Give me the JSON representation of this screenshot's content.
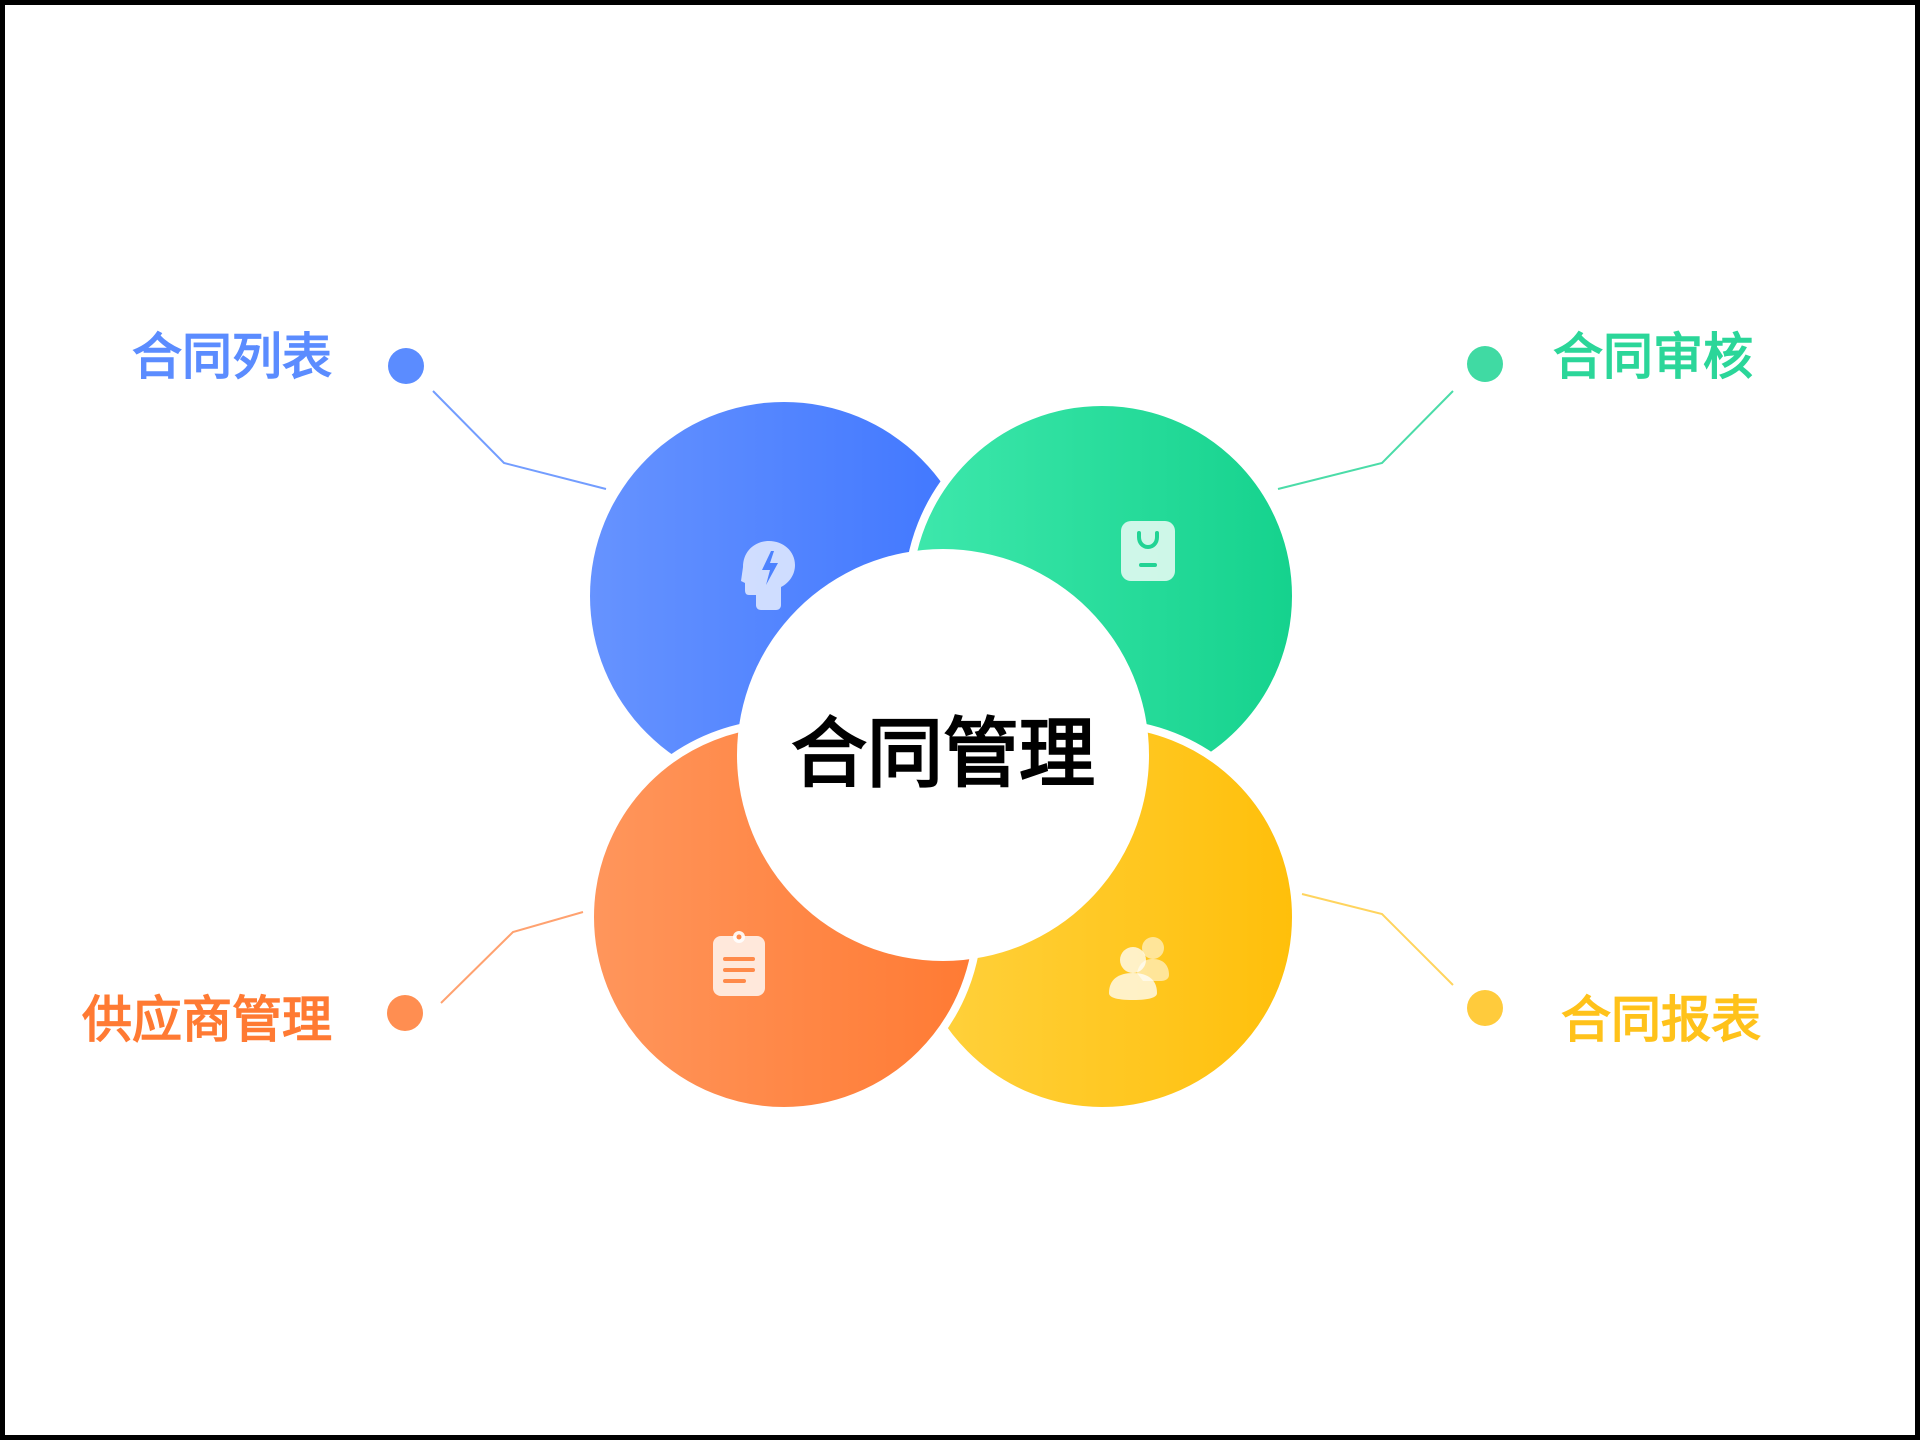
{
  "title": "合同管理",
  "colors": {
    "center_text": "#000000",
    "background": "#ffffff",
    "frame": "#000000"
  },
  "items": [
    {
      "label": "合同列表",
      "icon": "idea-head-icon",
      "color": "#5b8cff",
      "gradient": [
        "#6693ff",
        "#3f76ff"
      ]
    },
    {
      "label": "合同审核",
      "icon": "shopping-bag-icon",
      "color": "#2bd699",
      "gradient": [
        "#3ee8ac",
        "#15d28d"
      ]
    },
    {
      "label": "供应商管理",
      "icon": "clipboard-icon",
      "color": "#ff7a33",
      "gradient": [
        "#ff965c",
        "#ff7a33"
      ]
    },
    {
      "label": "合同报表",
      "icon": "users-icon",
      "color": "#ffc21a",
      "gradient": [
        "#ffd23f",
        "#ffbf0a"
      ]
    }
  ]
}
